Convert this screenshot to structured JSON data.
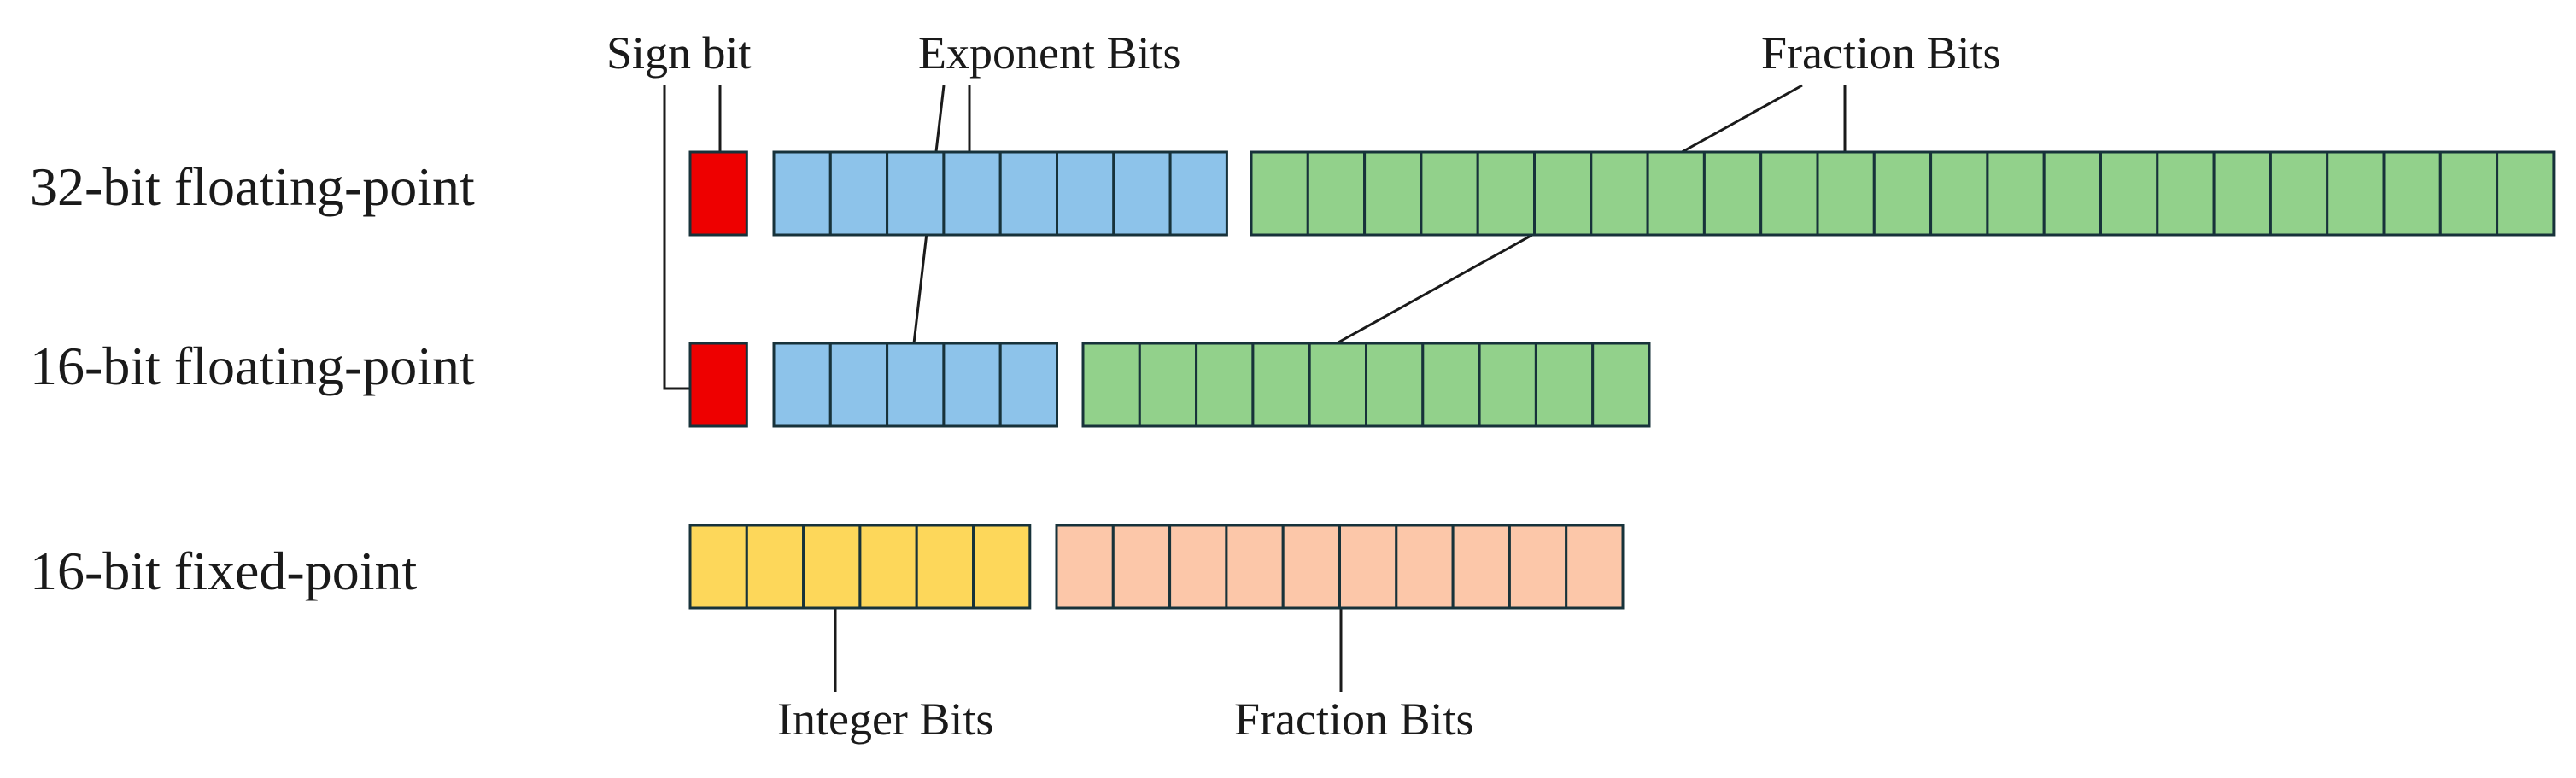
{
  "rows": [
    {
      "label": "32-bit floating-point",
      "groups": [
        {
          "name": "sign",
          "bits": 1,
          "color": "#ee0000"
        },
        {
          "name": "exponent",
          "bits": 8,
          "color": "#8dc3ea"
        },
        {
          "name": "fraction",
          "bits": 23,
          "color": "#92d18b"
        }
      ]
    },
    {
      "label": "16-bit floating-point",
      "groups": [
        {
          "name": "sign",
          "bits": 1,
          "color": "#ee0000"
        },
        {
          "name": "exponent",
          "bits": 5,
          "color": "#8dc3ea"
        },
        {
          "name": "fraction",
          "bits": 10,
          "color": "#92d18b"
        }
      ]
    },
    {
      "label": "16-bit fixed-point",
      "groups": [
        {
          "name": "integer",
          "bits": 6,
          "color": "#fdd75a"
        },
        {
          "name": "fraction",
          "bits": 10,
          "color": "#fcc7a9"
        }
      ]
    }
  ],
  "annotations": {
    "sign_bit": "Sign bit",
    "exponent_bits": "Exponent Bits",
    "fraction_bits_top": "Fraction Bits",
    "integer_bits": "Integer Bits",
    "fraction_bits_bottom": "Fraction Bits"
  }
}
